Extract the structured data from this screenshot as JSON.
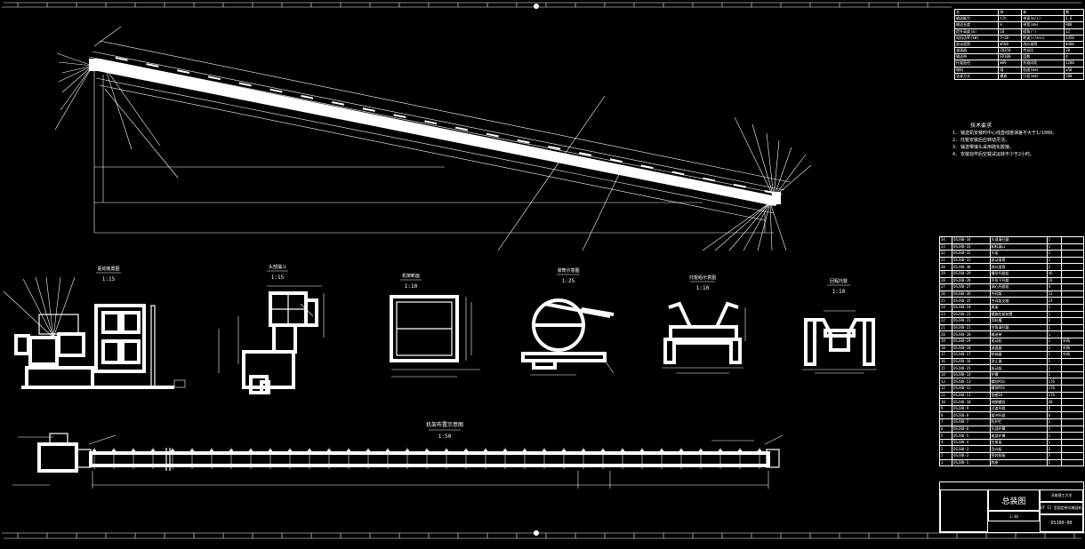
{
  "colors": {
    "background": "#000000",
    "line": "#ffffff"
  },
  "views": {
    "drive_label": "驱动装置图",
    "drive_scale": "1:15",
    "head_label": "头部漏斗",
    "head_scale": "1:15",
    "frame_label": "机架断面",
    "frame_scale": "1:10",
    "pulley_label": "滚筒示意图",
    "pulley_scale": "1:25",
    "idler_label": "托辊组示意图",
    "idler_scale": "1:10",
    "return_label": "回程托辊",
    "return_scale": "1:10",
    "layout_label": "机架布置示意图",
    "layout_scale": "1:50"
  },
  "spec_table": {
    "header": [
      "名",
      "称",
      "参",
      "数"
    ],
    "rows": [
      [
        "输送能力",
        "t/h",
        "带速(m/s)",
        "1.6"
      ],
      [
        "输送长度",
        "m",
        "带宽(mm)",
        "800"
      ],
      [
        "提升高度(m)",
        "10",
        "倾角(°)",
        "12"
      ],
      [
        "电机功率(kW)",
        "5~20",
        "转速(r/min)",
        "1450"
      ],
      [
        "驱动滚筒",
        "Φ500",
        "改向滚筒",
        "Φ400"
      ],
      [
        "减速器",
        "ZQ350",
        "传动比",
        "20"
      ],
      [
        "输送带",
        "EP100",
        "层数",
        "4"
      ],
      [
        "托辊直径",
        "Φ89",
        "托辊间距",
        "1200"
      ],
      [
        "物料",
        "煤",
        "粒度(mm)",
        "≤50"
      ],
      [
        "张紧方式",
        "螺旋",
        "行程(mm)",
        "500"
      ]
    ]
  },
  "notes": {
    "title": "技术要求",
    "items": [
      "1. 输送机安装时中心线直线度误差不大于1/1000。",
      "2. 托辊安装后应转动灵活。",
      "3. 输送带接头采用硫化胶接。",
      "4. 安装完毕后空载试运转不少于2小时。"
    ]
  },
  "parts_table": {
    "rows": [
      [
        "34",
        "DSJ80-34",
        "头部清扫器",
        "1",
        ""
      ],
      [
        "33",
        "DSJ80-33",
        "卸料漏斗",
        "1",
        ""
      ],
      [
        "32",
        "DSJ80-32",
        "头架",
        "1",
        ""
      ],
      [
        "31",
        "DSJ80-31",
        "驱动滚筒",
        "1",
        ""
      ],
      [
        "30",
        "DSJ80-30",
        "改向滚筒",
        "2",
        ""
      ],
      [
        "29",
        "DSJ80-29",
        "槽形托辊组",
        "46",
        ""
      ],
      [
        "28",
        "DSJ80-28",
        "平形下托辊",
        "16",
        ""
      ],
      [
        "27",
        "DSJ80-27",
        "调心托辊组",
        "4",
        ""
      ],
      [
        "26",
        "DSJ80-26",
        "中间架",
        "12",
        ""
      ],
      [
        "25",
        "DSJ80-25",
        "中间架支腿",
        "24",
        ""
      ],
      [
        "24",
        "DSJ80-24",
        "尾架",
        "1",
        ""
      ],
      [
        "23",
        "DSJ80-23",
        "螺旋拉紧装置",
        "1",
        ""
      ],
      [
        "22",
        "DSJ80-22",
        "导料槽",
        "1",
        ""
      ],
      [
        "21",
        "DSJ80-21",
        "空段清扫器",
        "1",
        ""
      ],
      [
        "20",
        "DSJ80-20",
        "输送带",
        "1",
        ""
      ],
      [
        "19",
        "DSJ80-19",
        "电动机",
        "1",
        "外购"
      ],
      [
        "18",
        "DSJ80-18",
        "减速器",
        "1",
        "外购"
      ],
      [
        "17",
        "DSJ80-17",
        "联轴器",
        "1",
        "外购"
      ],
      [
        "16",
        "DSJ80-16",
        "逆止器",
        "1",
        ""
      ],
      [
        "15",
        "DSJ80-15",
        "驱动架",
        "1",
        ""
      ],
      [
        "14",
        "DSJ80-14",
        "护罩",
        "1",
        ""
      ],
      [
        "13",
        "DSJ80-13",
        "螺栓M16",
        "176",
        ""
      ],
      [
        "12",
        "DSJ80-12",
        "螺母M16",
        "176",
        ""
      ],
      [
        "11",
        "DSJ80-11",
        "垫圈16",
        "176",
        ""
      ],
      [
        "10",
        "DSJ80-10",
        "地脚螺栓",
        "48",
        ""
      ],
      [
        "9",
        "DSJ80-9",
        "过渡托辊",
        "4",
        ""
      ],
      [
        "8",
        "DSJ80-8",
        "缓冲托辊",
        "6",
        ""
      ],
      [
        "7",
        "DSJ80-7",
        "防护栏",
        "1",
        ""
      ],
      [
        "6",
        "DSJ80-6",
        "头部护罩",
        "1",
        ""
      ],
      [
        "5",
        "DSJ80-5",
        "尾部护罩",
        "1",
        ""
      ],
      [
        "4",
        "DSJ80-4",
        "拉紧架",
        "1",
        ""
      ],
      [
        "3",
        "DSJ80-3",
        "导向板",
        "2",
        ""
      ],
      [
        "2",
        "DSJ80-2",
        "密封胶板",
        "2",
        ""
      ],
      [
        "1",
        "DSJ80-1",
        "底座",
        "1",
        ""
      ]
    ]
  },
  "title_block": {
    "drawing_title": "总装图",
    "school": "河南理工大学",
    "product": "DT II 型固定带式输送机",
    "drawing_no": "DSJ80-00",
    "scale": "1:30"
  }
}
